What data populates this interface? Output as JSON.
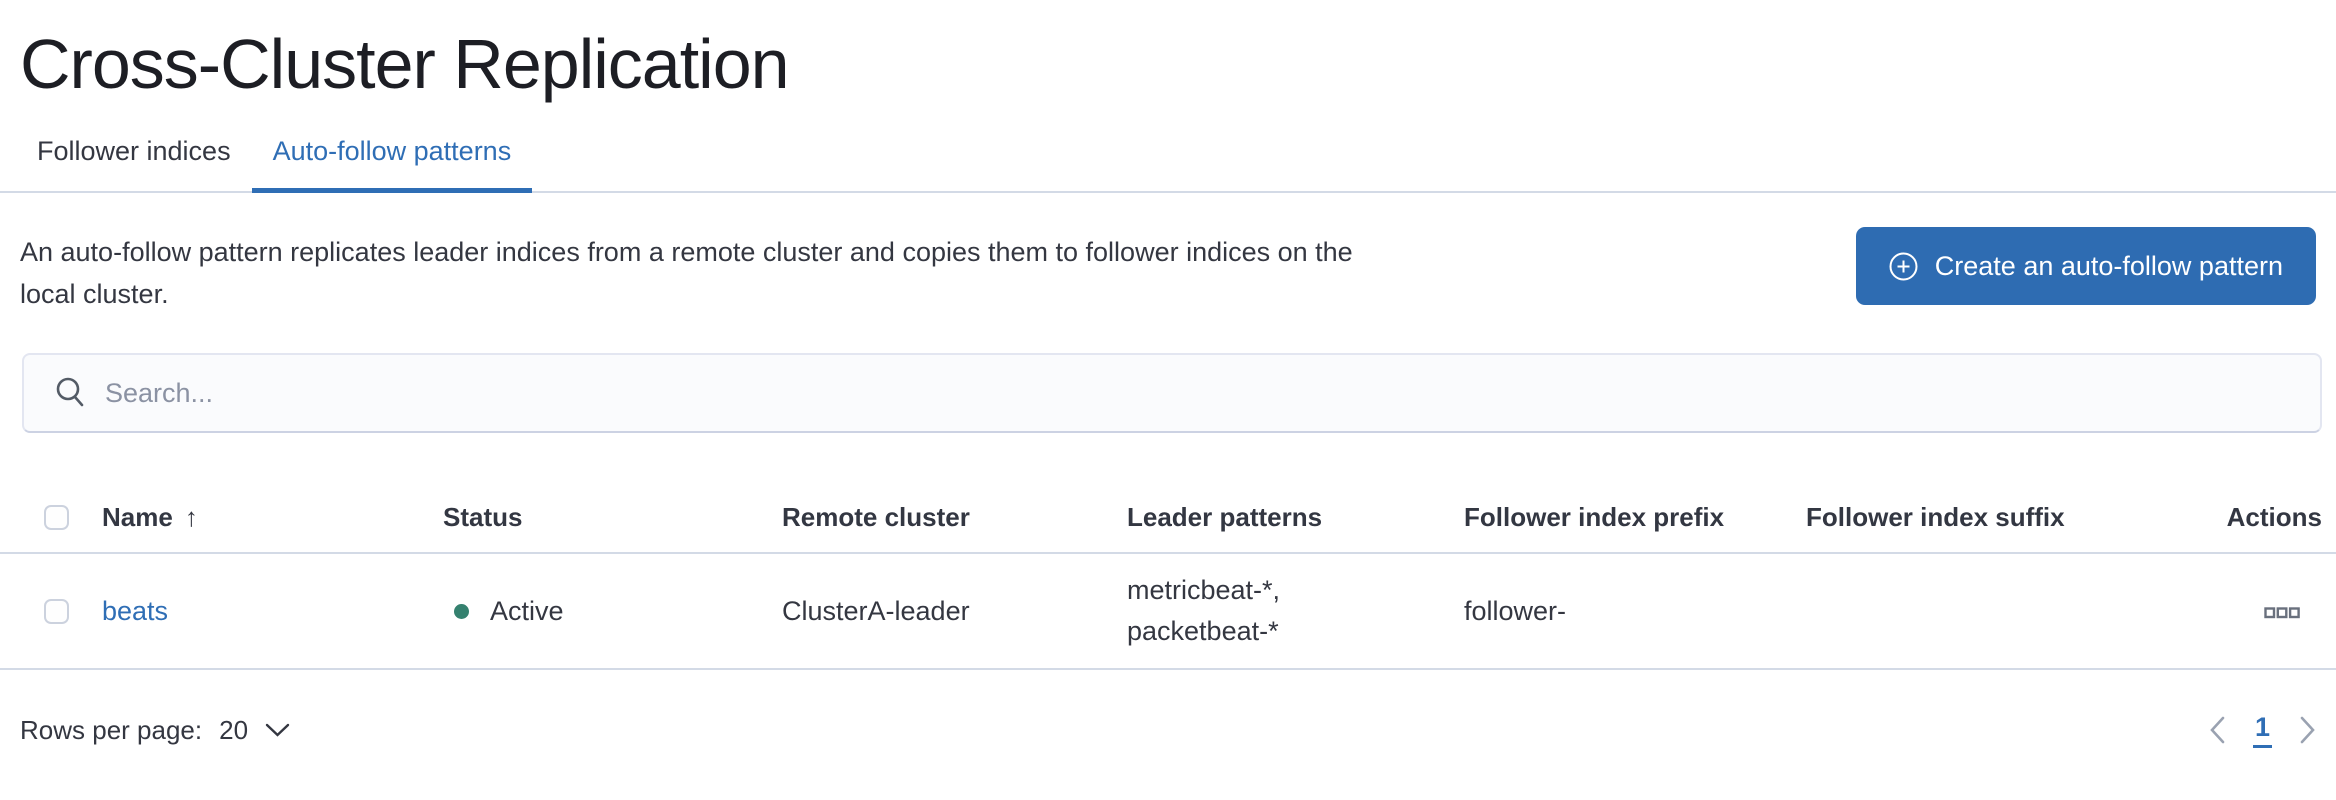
{
  "app": {
    "title": "Cross-Cluster Replication"
  },
  "tabs": [
    {
      "label": "Follower indices",
      "active": false
    },
    {
      "label": "Auto-follow patterns",
      "active": true
    }
  ],
  "description": {
    "line1": "An auto-follow pattern replicates leader indices from a remote cluster and copies them to follower indices on the",
    "line2": "local cluster."
  },
  "toolbar": {
    "create_button_label": "Create an auto-follow pattern"
  },
  "search": {
    "placeholder": "Search..."
  },
  "table": {
    "sort": {
      "column": "Name",
      "direction": "ascending",
      "arrow": "↑"
    },
    "columns": {
      "name": "Name",
      "status": "Status",
      "remote_cluster": "Remote cluster",
      "leader_patterns": "Leader patterns",
      "follower_index_prefix": "Follower index prefix",
      "follower_index_suffix": "Follower index suffix",
      "actions": "Actions"
    },
    "rows": [
      {
        "name": "beats",
        "status": "Active",
        "remote_cluster": "ClusterA-leader",
        "leader_patterns_line1": "metricbeat-*,",
        "leader_patterns_line2": "packetbeat-*",
        "follower_index_prefix": "follower-",
        "follower_index_suffix": ""
      }
    ]
  },
  "footer": {
    "rows_per_page_label": "Rows per page:",
    "rows_per_page_value": "20",
    "pagination": {
      "current_page": "1"
    }
  },
  "colors": {
    "primary_blue": "#2f6eb5",
    "button_blue": "#2e6cb2",
    "success_teal": "#35816f",
    "border_gray": "#d3dae6",
    "text": "#343741",
    "icon_gray": "#69707d"
  }
}
